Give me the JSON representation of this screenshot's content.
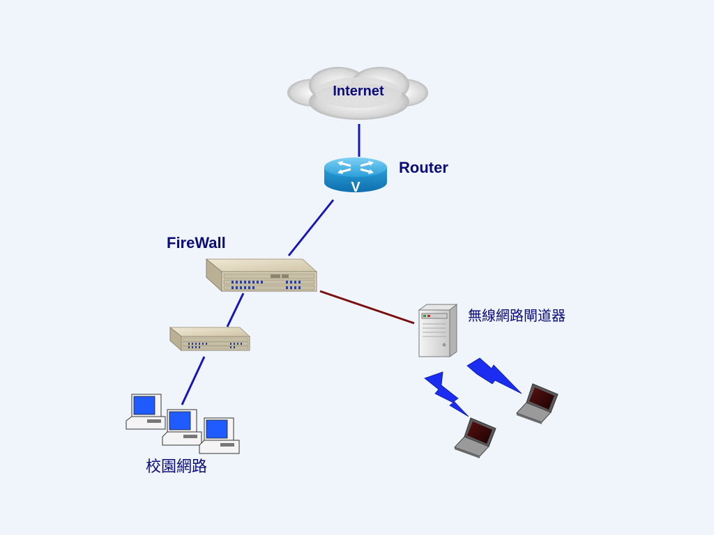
{
  "diagram": {
    "labels": {
      "internet": "Internet",
      "router": "Router",
      "firewall": "FireWall",
      "wireless_gateway": "無線網路閘道器",
      "campus_network": "校園網路"
    },
    "colors": {
      "background": "#eff5fb",
      "label_text": "#0b0b7a",
      "wired_link": "#1616b8",
      "gateway_link": "#7a0f0f",
      "wireless_bolt": "#1a2df0"
    },
    "icons": {
      "cloud": "internet-cloud-icon",
      "router": "router-icon",
      "firewall": "firewall-chassis-icon",
      "switch": "switch-chassis-icon",
      "gateway": "server-tower-icon",
      "desktop": "desktop-computer-icon",
      "laptop": "laptop-icon",
      "wireless": "lightning-bolt-icon"
    }
  }
}
